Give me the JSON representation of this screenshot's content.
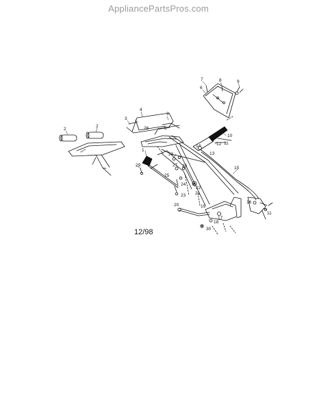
{
  "header": {
    "watermark": "AppliancePartsPros.com"
  },
  "diagram": {
    "date_code": "12/98",
    "callouts": [
      "1",
      "2",
      "2",
      "3",
      "3",
      "4",
      "5",
      "6",
      "7",
      "8",
      "9",
      "10",
      "11",
      "11",
      "12",
      "13",
      "14",
      "15",
      "16",
      "17",
      "18",
      "19",
      "20",
      "21",
      "22",
      "23",
      "24",
      "25",
      "25",
      "26",
      "27",
      "28",
      "29",
      "30"
    ]
  }
}
